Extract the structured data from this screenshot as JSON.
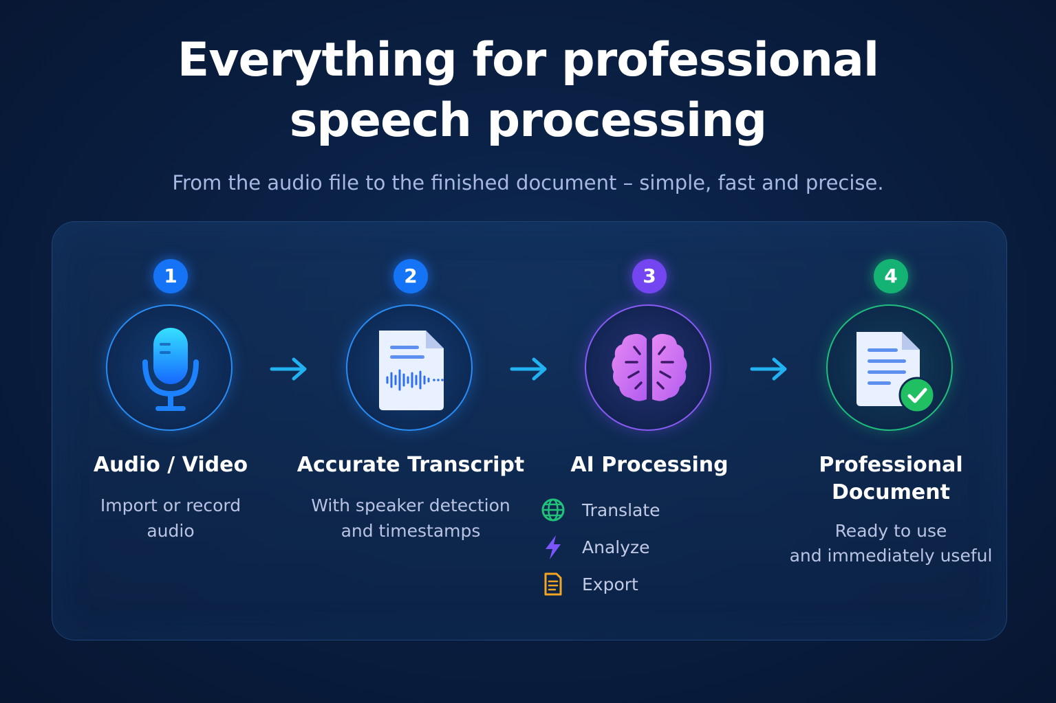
{
  "header": {
    "title_line1": "Everything for professional",
    "title_line2": "speech processing",
    "subtitle": "From the audio file to the finished document – simple, fast and precise."
  },
  "steps": [
    {
      "number": "1",
      "title": "Audio / Video",
      "desc_line1": "Import or record",
      "desc_line2": "audio",
      "icon": "microphone-icon",
      "color": "#1f7cff"
    },
    {
      "number": "2",
      "title": "Accurate Transcript",
      "desc_line1": "With speaker detection",
      "desc_line2": "and timestamps",
      "icon": "transcript-document-icon",
      "color": "#1f7cff"
    },
    {
      "number": "3",
      "title": "AI Processing",
      "icon": "brain-icon",
      "color": "#7c4dff",
      "actions": [
        {
          "label": "Translate",
          "icon": "globe-icon",
          "color": "#22c27a"
        },
        {
          "label": "Analyze",
          "icon": "lightning-icon",
          "color": "#7d55ff"
        },
        {
          "label": "Export",
          "icon": "document-icon",
          "color": "#f3a521"
        }
      ]
    },
    {
      "number": "4",
      "title_line1": "Professional",
      "title_line2": "Document",
      "desc_line1": "Ready to use",
      "desc_line2": "and immediately useful",
      "icon": "document-check-icon",
      "color": "#19b97a"
    }
  ],
  "arrow_icon": "arrow-right-icon",
  "colors": {
    "background": "#0a1f42",
    "accent_blue": "#1f7cff",
    "accent_cyan": "#25b6f5",
    "accent_purple": "#7c4dff",
    "accent_green": "#19b97a"
  }
}
